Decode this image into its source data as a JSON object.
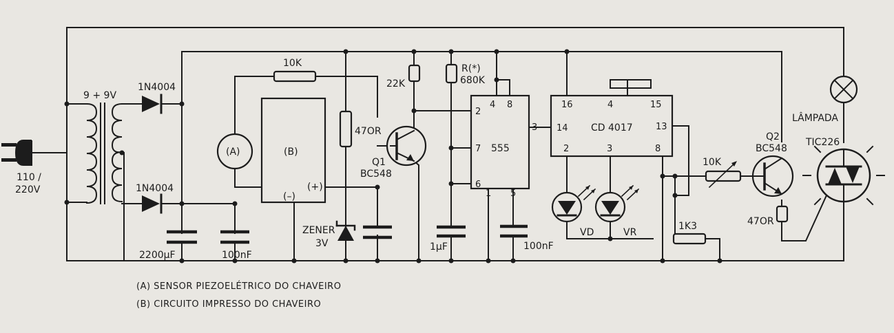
{
  "colors": {
    "ink": "#1c1c1c",
    "paper": "#e9e7e2"
  },
  "labels": {
    "mains": [
      "110 /",
      "220V"
    ],
    "transformer": "9 + 9V",
    "d1": "1N4004",
    "d2": "1N4004",
    "c1": "2200µF",
    "c2": "100nF",
    "sensor": "(A)",
    "board": "(B)",
    "board_minus": "(–)",
    "board_plus": "(+)",
    "r10k_top": "10K",
    "r470_left": "47OR",
    "zener": [
      "ZENER",
      "3V"
    ],
    "q1": [
      "Q1",
      "BC548"
    ],
    "r22k": "22K",
    "r_star": [
      "R(*)",
      "680K"
    ],
    "ic555": "555",
    "c1u": "1µF",
    "c100n_b": "100nF",
    "ic4017": "CD 4017",
    "led_vd": "VD",
    "led_vr": "VR",
    "r10k_b": "10K",
    "r1k3": "1K3",
    "q2": [
      "Q2",
      "BC548"
    ],
    "r470_b": "47OR",
    "lamp": "LÂMPADA",
    "triac": "TIC226"
  },
  "pins555": {
    "p2": "2",
    "p4": "4",
    "p8": "8",
    "p3": "3",
    "p7": "7",
    "p6": "6",
    "p1": "1",
    "p5": "5"
  },
  "pins4017": {
    "p16": "16",
    "p4": "4",
    "p15": "15",
    "p14": "14",
    "p13": "13",
    "p2": "2",
    "p3": "3",
    "p8": "8"
  },
  "captions": [
    "(A) SENSOR PIEZOELÉTRICO DO CHAVEIRO",
    "(B) CIRCUITO IMPRESSO DO CHAVEIRO"
  ]
}
